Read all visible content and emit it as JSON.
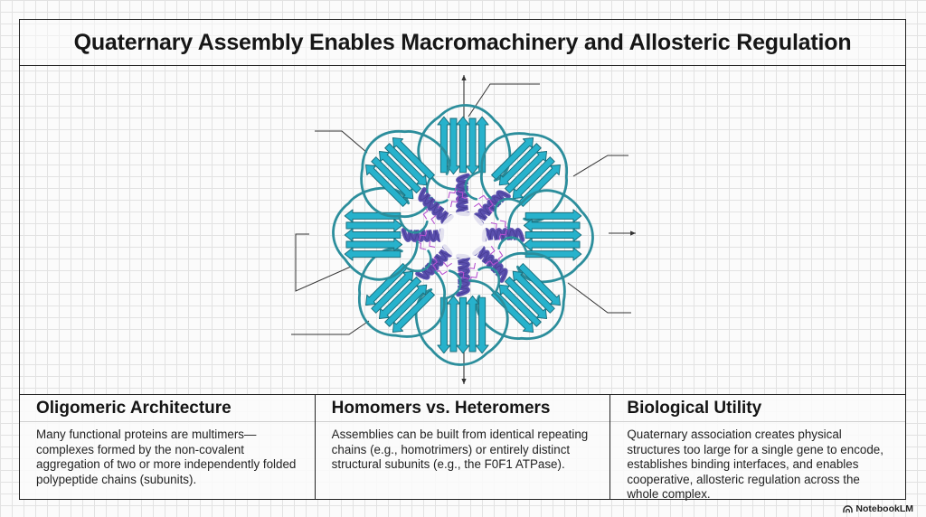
{
  "title": "Quaternary Assembly Enables Macromachinery and Allosteric Regulation",
  "colors": {
    "helix": "#5a4fae",
    "sheet": "#27b2cc",
    "coil": "#2c8e9c",
    "bond": "#b54fd0",
    "text": "#1c1c1c"
  },
  "figure": {
    "subject": "protein-ring-assembly-icon",
    "subunit_count": 8
  },
  "panels": [
    {
      "heading": "Oligomeric Architecture",
      "body": "Many functional proteins are multimers—complexes formed by the non-covalent aggregation of two or more independently folded polypeptide chains (subunits)."
    },
    {
      "heading": "Homomers vs. Heteromers",
      "body": "Assemblies can be built from identical repeating chains (e.g., homotrimers) or entirely distinct structural subunits (e.g., the F0F1 ATPase)."
    },
    {
      "heading": "Biological Utility",
      "body": "Quaternary association creates physical structures too large for a single gene to encode, establishes binding interfaces, and enables cooperative, allosteric regulation across the whole complex."
    }
  ],
  "brand": "NotebookLM"
}
